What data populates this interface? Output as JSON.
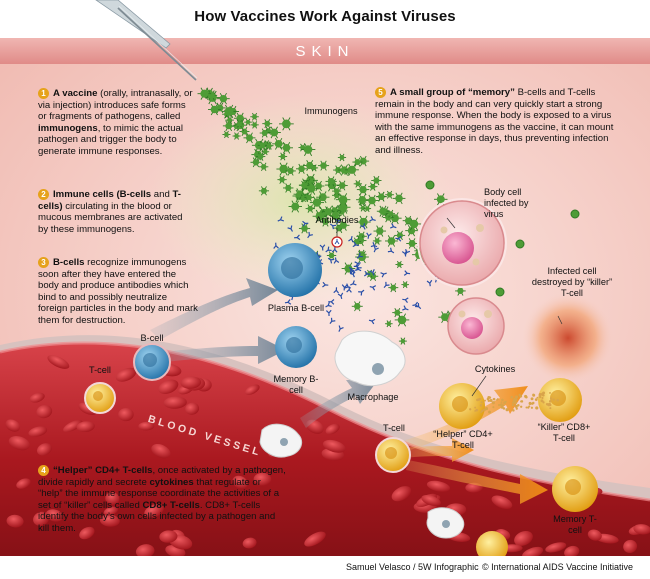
{
  "title": "How Vaccines Work Against Viruses",
  "skin_label": "SKIN",
  "blood_vessel_label": "BLOOD VESSEL",
  "steps": [
    {
      "number": "1",
      "bold_lead": "A vaccine",
      "text_a": " (orally, intranasally, or via injection) introduces safe forms or fragments of pathogens, called ",
      "bold_mid": "immunogens",
      "text_b": ", to mimic the actual pathogen and trigger the body to generate immune responses."
    },
    {
      "number": "2",
      "bold_lead": "Immune cells (B-cells",
      "text_a": " and ",
      "bold_mid": "T-cells)",
      "text_b": " circulating in the blood or mucous membranes are activated by these immunogens."
    },
    {
      "number": "3",
      "bold_lead": "B-cells",
      "text_a": " recognize immunogens soon after they have entered the body and produce antibodies which bind to and possibly neutralize foreign particles in the body and mark them for destruction.",
      "bold_mid": "",
      "text_b": ""
    },
    {
      "number": "4",
      "bold_lead": "“Helper” CD4+ T-cells",
      "text_a": ", once activated by a pathogen, divide rapidly and secrete ",
      "bold_mid": "cytokines",
      "text_b": " that regulate or “help” the immune response coordinate the activities of a set of “killer” cells called ",
      "bold_end": "CD8+ T-cells",
      "text_c": ". CD8+ T-cells identify the body’s own cells infected by a pathogen and kill them."
    },
    {
      "number": "5",
      "bold_lead": "A small group of “memory”",
      "text_a": " B-cells and T-cells remain in the body and can very quickly start a strong immune response. When the body is exposed to a virus with the same immunogens as the vaccine, it can mount an effective response in days, thus preventing infection and illness.",
      "bold_mid": "",
      "text_b": ""
    }
  ],
  "labels": {
    "immunogens": "Immunogens",
    "antibodies": "Antibodies",
    "body_cell_infected": "Body cell infected by virus",
    "infected_cell_destroyed": "Infected cell destroyed by “killer” T-cell",
    "plasma_b_cell": "Plasma B-cell",
    "b_cell": "B-cell",
    "t_cell_left": "T-cell",
    "memory_b_cell": "Memory B-cell",
    "macrophage": "Macrophage",
    "cytokines": "Cytokines",
    "t_cell_mid": "T-cell",
    "helper_t_cell": "“Helper” CD4+ T-cell",
    "killer_t_cell": "“Killer” CD8+ T-cell",
    "memory_t_cell": "Memory T-cell"
  },
  "credits": {
    "author": "Samuel Velasco / 5W Infographic",
    "org": "© International AIDS Vaccine Initiative"
  },
  "colors": {
    "skin_band": "#e9a3a0",
    "tissue": "#f6d3cc",
    "vessel": "#b8232a",
    "vessel_inner": "#a01a20",
    "red_cell": "#c8242b",
    "immunogen": "#3d8a2e",
    "antibody": "#2a4fa8",
    "b_cell": "#3c8fc4",
    "t_cell": "#f2b417",
    "body_cell": "#f3c4c4",
    "nucleus": "#e57ca8",
    "step_badge": "#e6a21b"
  },
  "icons": {
    "syringe": "syringe-icon",
    "immunogen": "immunogen-icon",
    "antibody": "antibody-icon"
  }
}
